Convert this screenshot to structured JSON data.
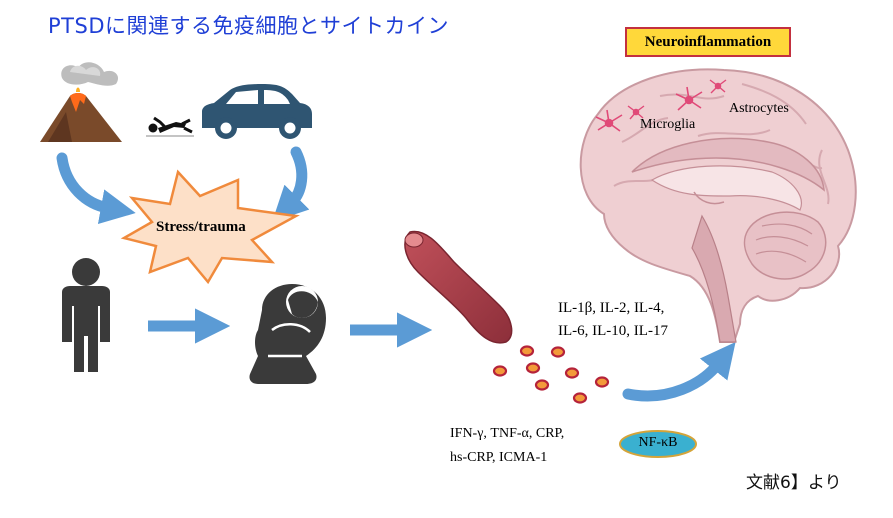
{
  "title": "PTSDに関連する免疫細胞とサイトカイン",
  "badge": "Neuroinflammation",
  "brain_labels": {
    "microglia": "Microglia",
    "astrocytes": "Astrocytes"
  },
  "stress_label": "Stress/trauma",
  "cytokines_brain": {
    "line1": "IL-1β, IL-2, IL-4,",
    "line2": "IL-6, IL-10, IL-17"
  },
  "cytokines_blood": {
    "line1": "IFN-γ, TNF-α, CRP,",
    "line2": "hs-CRP, ICMA-1"
  },
  "nfkb": "NF-κB",
  "footer": "文献6】より",
  "colors": {
    "arrow": "#5b9bd5",
    "brain": "#efcfd2",
    "star_fill": "#fde0c8",
    "star_stroke": "#f08a3c",
    "badge_fill": "#ffd83a",
    "nfkb_fill": "#3ab0d0",
    "cell_fill": "#f39a3a",
    "cell_stroke": "#b5233a"
  },
  "icons": [
    "volcano-icon",
    "fallen-person-icon",
    "car-icon",
    "standing-person-icon",
    "crouching-person-icon",
    "blood-vessel-icon",
    "brain-icon"
  ]
}
